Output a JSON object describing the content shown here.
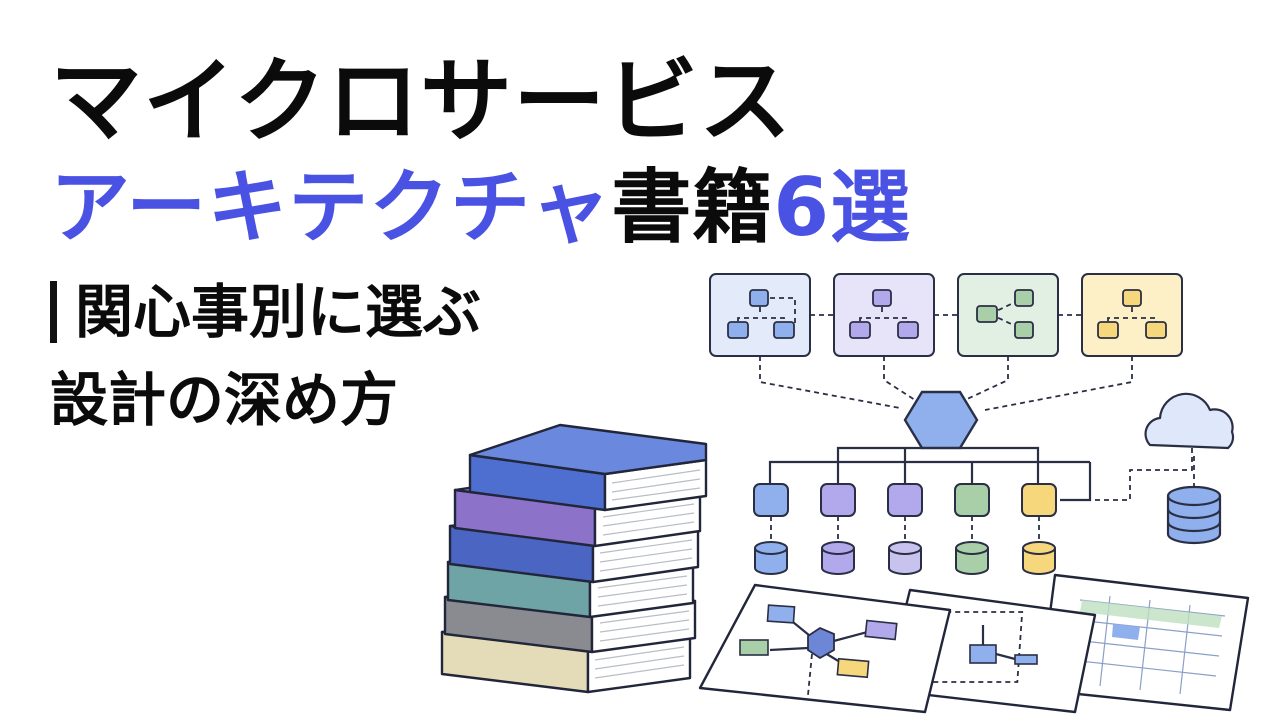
{
  "title": {
    "line1": "マイクロサービス",
    "line2_accent": "アーキテクチャ",
    "line2_dark": "書籍",
    "line2_number": "6選"
  },
  "subtitle": {
    "line1": "関心事別に選ぶ",
    "line2": "設計の深め方"
  },
  "colors": {
    "accent": "#4a52e3",
    "text": "#0b0b0b",
    "blue": "#8fb0ec",
    "purple": "#b2a8ec",
    "green": "#a9cfa9",
    "yellow": "#f7d77c"
  },
  "icons": [
    "book-stack-icon",
    "hexagon-gateway-icon",
    "cloud-icon",
    "database-icon",
    "architecture-diagram-icon"
  ]
}
